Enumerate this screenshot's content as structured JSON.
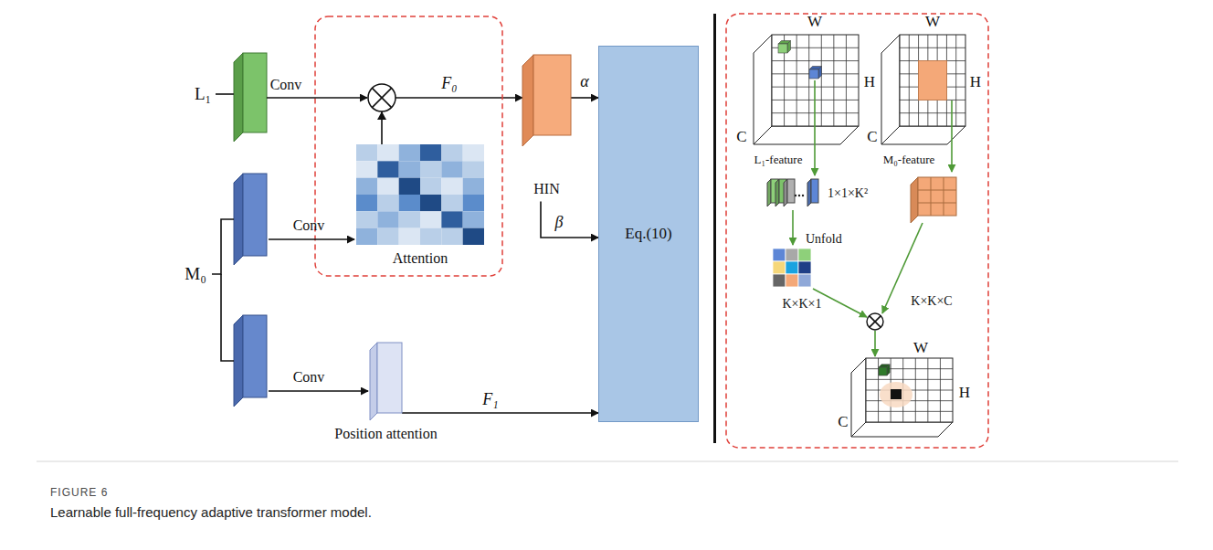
{
  "diagram": {
    "caption": "Learnable full-frequency adaptive transformer model.",
    "nodes": [
      {
        "text": [
          "Attention"
        ]
      },
      {
        "text": [
          "HIN"
        ]
      },
      {
        "text": [
          "Position attention"
        ]
      },
      {
        "text": [
          "Eq.(10)"
        ]
      }
    ],
    "edges": [
      {
        "from": 0,
        "to": 1,
        "arrow": "to",
        "label": "F₀"
      },
      {
        "from": 1,
        "to": 3,
        "arrow": "to",
        "label": "α"
      },
      {
        "from": 1,
        "to": 3,
        "arrow": "to",
        "label": "β"
      },
      {
        "from": 2,
        "to": 3,
        "arrow": "to",
        "label": "F₁"
      }
    ],
    "labels": [
      "L₁",
      "Conv",
      "M₀",
      "Conv",
      "Conv",
      "W",
      "H",
      "C",
      "L₁-feature",
      "W",
      "H",
      "C",
      "M₀-feature",
      "1×1×K²",
      "Unfold",
      "K×K×1",
      "K×K×C",
      "W",
      "H",
      "C",
      "FIGURE 6"
    ]
  }
}
